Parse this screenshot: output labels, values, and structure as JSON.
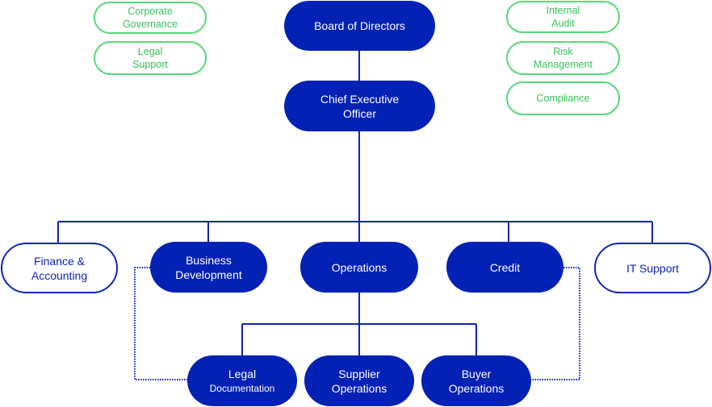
{
  "diagram": {
    "type": "org-chart",
    "colors": {
      "primary": "#0321b4",
      "line": "#0f24b4",
      "advisory": "#35c35a",
      "advisory_border": "#59d77a",
      "background": "#ffffff"
    },
    "top": {
      "board": "Board of Directors",
      "ceo": "Chief Executive\nOfficer"
    },
    "advisory_left": [
      "Corporate\nGovernance",
      "Legal\nSupport"
    ],
    "advisory_right": [
      "Internal\nAudit",
      "Risk\nManagement",
      "Compliance"
    ],
    "departments": [
      {
        "label": "Finance &\nAccounting",
        "style": "outline"
      },
      {
        "label": "Business\nDevelopment",
        "style": "filled"
      },
      {
        "label": "Operations",
        "style": "filled"
      },
      {
        "label": "Credit",
        "style": "filled"
      },
      {
        "label": "IT Support",
        "style": "outline"
      }
    ],
    "sub_units": [
      {
        "label": "Legal",
        "label2": "Documentation"
      },
      {
        "label": "Supplier\nOperations"
      },
      {
        "label": "Buyer\nOperations"
      }
    ],
    "relationships": [
      {
        "from": "Board of Directors",
        "to": "Chief Executive Officer",
        "type": "solid"
      },
      {
        "from": "Chief Executive Officer",
        "to": "Finance & Accounting",
        "type": "solid"
      },
      {
        "from": "Chief Executive Officer",
        "to": "Business Development",
        "type": "solid"
      },
      {
        "from": "Chief Executive Officer",
        "to": "Operations",
        "type": "solid"
      },
      {
        "from": "Chief Executive Officer",
        "to": "Credit",
        "type": "solid"
      },
      {
        "from": "Chief Executive Officer",
        "to": "IT Support",
        "type": "solid"
      },
      {
        "from": "Operations",
        "to": "Legal Documentation",
        "type": "solid"
      },
      {
        "from": "Operations",
        "to": "Supplier Operations",
        "type": "solid"
      },
      {
        "from": "Operations",
        "to": "Buyer Operations",
        "type": "solid"
      },
      {
        "from": "Business Development",
        "to": "Legal Documentation",
        "type": "dotted"
      },
      {
        "from": "Credit",
        "to": "Buyer Operations",
        "type": "dotted"
      }
    ]
  }
}
